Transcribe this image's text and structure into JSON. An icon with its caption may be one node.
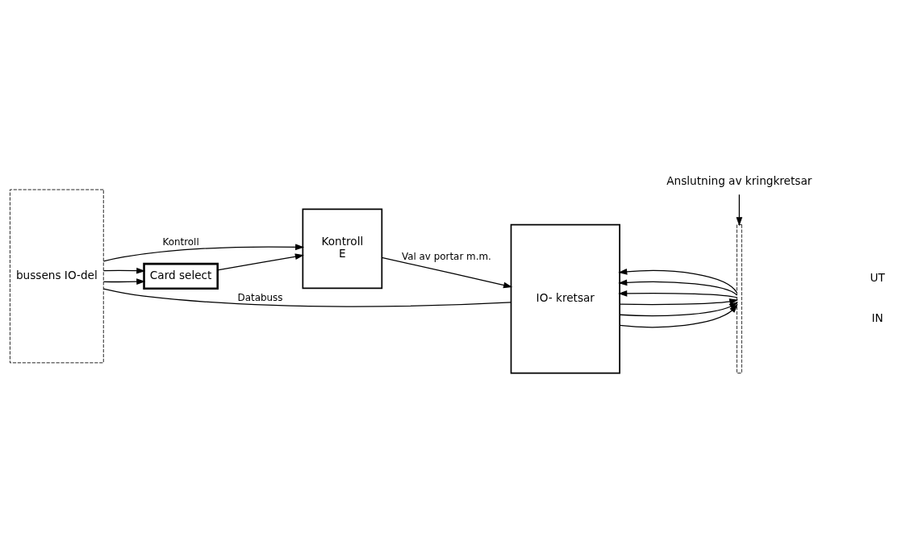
{
  "diagram": {
    "nodes": [
      {
        "text": [
          "Kontroll",
          "E"
        ]
      },
      {
        "text": [
          "Card select"
        ]
      },
      {
        "text": [
          "IO- kretsar"
        ]
      },
      {
        "text": [
          "bussens IO-del"
        ]
      },
      {
        "text": [],
        "shape": "bar"
      },
      {
        "text": [
          "Anslutning av kringkretsar"
        ]
      }
    ],
    "edges": [
      {
        "from": 3,
        "to": 0,
        "arrow": "to",
        "label": "Kontroll"
      },
      {
        "from": 3,
        "to": 1,
        "arrow": "to"
      },
      {
        "from": 1,
        "to": 0,
        "arrow": "to"
      },
      {
        "from": 0,
        "to": 2,
        "arrow": "to",
        "label": "Val av portar m.m."
      },
      {
        "from": 3,
        "to": 1,
        "arrow": "to"
      },
      {
        "from": 3,
        "to": 2,
        "arrow": "none",
        "label": "Databuss"
      },
      {
        "from": 2,
        "to": 4,
        "arrow": "to"
      },
      {
        "from": 2,
        "to": 4,
        "arrow": "to"
      },
      {
        "from": 2,
        "to": 4,
        "arrow": "to"
      },
      {
        "from": 4,
        "to": 2,
        "arrow": "to"
      },
      {
        "from": 4,
        "to": 2,
        "arrow": "to"
      },
      {
        "from": 4,
        "to": 2,
        "arrow": "to"
      },
      {
        "from": 5,
        "to": 4,
        "arrow": "to"
      }
    ],
    "labels": [
      "UT",
      "IN"
    ]
  }
}
